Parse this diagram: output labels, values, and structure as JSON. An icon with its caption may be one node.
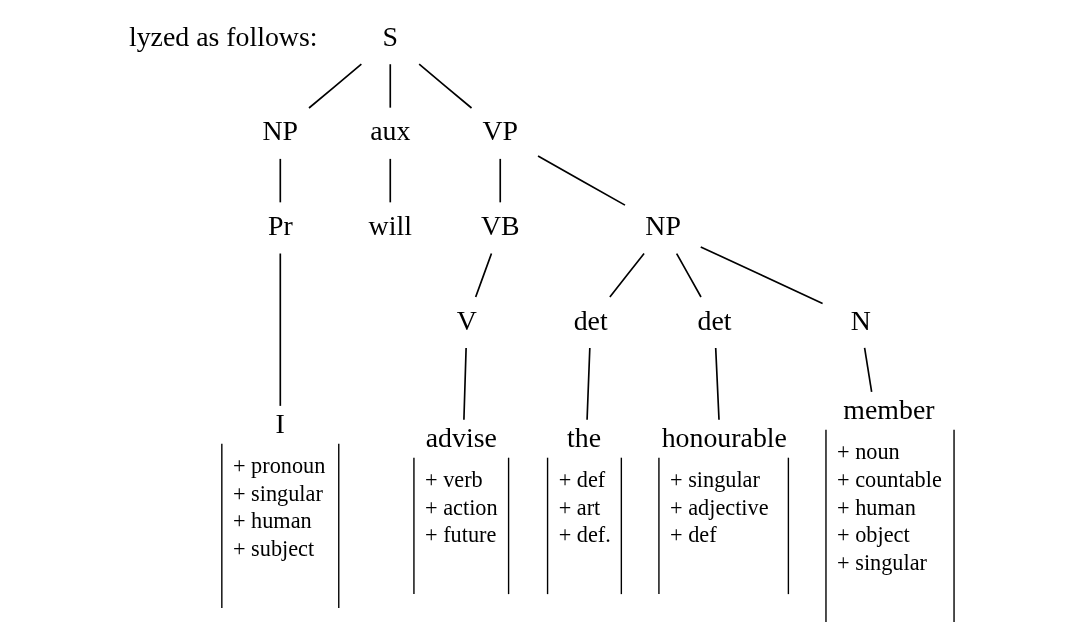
{
  "diagram": {
    "nodes": [
      {
        "text": [
          "S"
        ]
      },
      {
        "text": [
          "NP"
        ]
      },
      {
        "text": [
          "aux"
        ]
      },
      {
        "text": [
          "VP"
        ]
      },
      {
        "text": [
          "Pr"
        ]
      },
      {
        "text": [
          "will"
        ]
      },
      {
        "text": [
          "VB"
        ]
      },
      {
        "text": [
          "NP"
        ]
      },
      {
        "text": [
          "V"
        ]
      },
      {
        "text": [
          "det"
        ]
      },
      {
        "text": [
          "det"
        ]
      },
      {
        "text": [
          "N"
        ]
      },
      {
        "text": [
          "I",
          "+ pronoun",
          "+ singular",
          "+ human",
          "+ subject"
        ]
      },
      {
        "text": [
          "advise",
          "+ verb",
          "+ action",
          "+ future"
        ]
      },
      {
        "text": [
          "the",
          "+ def",
          "+ art",
          "+ def."
        ]
      },
      {
        "text": [
          "honourable",
          "+ singular",
          "+ adjective",
          "+ def"
        ]
      },
      {
        "text": [
          "member",
          "+ noun",
          "+ countable",
          "+ human",
          "+ object",
          "+ singular"
        ]
      }
    ],
    "edges": [
      {
        "from": 0,
        "to": 1,
        "arrow": "none"
      },
      {
        "from": 0,
        "to": 2,
        "arrow": "none"
      },
      {
        "from": 0,
        "to": 3,
        "arrow": "none"
      },
      {
        "from": 1,
        "to": 4,
        "arrow": "none"
      },
      {
        "from": 4,
        "to": 12,
        "arrow": "none"
      },
      {
        "from": 2,
        "to": 5,
        "arrow": "none"
      },
      {
        "from": 3,
        "to": 6,
        "arrow": "none"
      },
      {
        "from": 3,
        "to": 7,
        "arrow": "none"
      },
      {
        "from": 6,
        "to": 8,
        "arrow": "none"
      },
      {
        "from": 8,
        "to": 13,
        "arrow": "none"
      },
      {
        "from": 7,
        "to": 9,
        "arrow": "none"
      },
      {
        "from": 7,
        "to": 10,
        "arrow": "none"
      },
      {
        "from": 7,
        "to": 11,
        "arrow": "none"
      },
      {
        "from": 9,
        "to": 14,
        "arrow": "none"
      },
      {
        "from": 10,
        "to": 15,
        "arrow": "none"
      },
      {
        "from": 11,
        "to": 16,
        "arrow": "none"
      }
    ],
    "labels": [
      "lyzed as follows:"
    ]
  }
}
